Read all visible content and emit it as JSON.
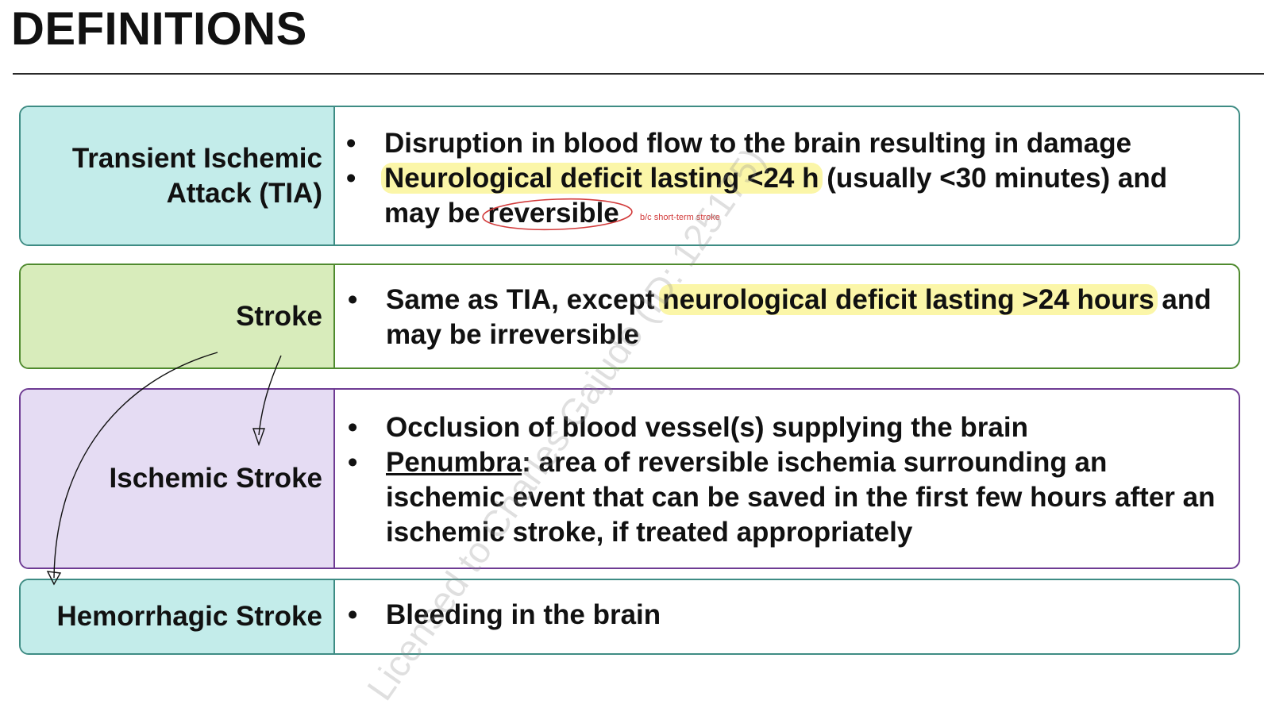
{
  "page": {
    "title": "DEFINITIONS"
  },
  "rows": [
    {
      "term": [
        "Transient Ischemic",
        "Attack (TIA)"
      ],
      "defs": [
        {
          "text": "Disruption in blood flow to the brain resulting in damage"
        },
        {
          "highlight": "Neurological deficit lasting <24 h",
          "rest1": " (usually <30 minutes) and may be ",
          "circled": "reversible"
        }
      ],
      "colors": {
        "border": "#3e8c84",
        "fill": "#c3ecea"
      }
    },
    {
      "term": [
        "Stroke"
      ],
      "defs": [
        {
          "pre": "Same as TIA, except ",
          "highlight": "neurological deficit lasting >24 hours",
          "post": " and may be irreversible"
        }
      ],
      "colors": {
        "border": "#4f8a2e",
        "fill": "#d8ecbb"
      }
    },
    {
      "term": [
        "Ischemic Stroke"
      ],
      "defs": [
        {
          "text": "Occlusion of blood vessel(s) supplying the brain"
        },
        {
          "underlined": "Penumbra",
          "rest": ": area of reversible ischemia surrounding an ischemic event that can be saved in the first few hours after an ischemic stroke, if treated appropriately"
        }
      ],
      "colors": {
        "border": "#6e3b93",
        "fill": "#e5dcf3"
      }
    },
    {
      "term": [
        "Hemorrhagic Stroke"
      ],
      "defs": [
        {
          "text": "Bleeding in the brain"
        }
      ],
      "colors": {
        "border": "#3e8c84",
        "fill": "#c3ecea"
      }
    }
  ],
  "annotations": {
    "handwritten_note": "b/c short-term stroke",
    "highlight_color": "#fbf6a8",
    "ink_color": "#d23a3a"
  },
  "watermark": "Licensed to Charles Gajudo (ID: 125175)",
  "bullet": "•"
}
